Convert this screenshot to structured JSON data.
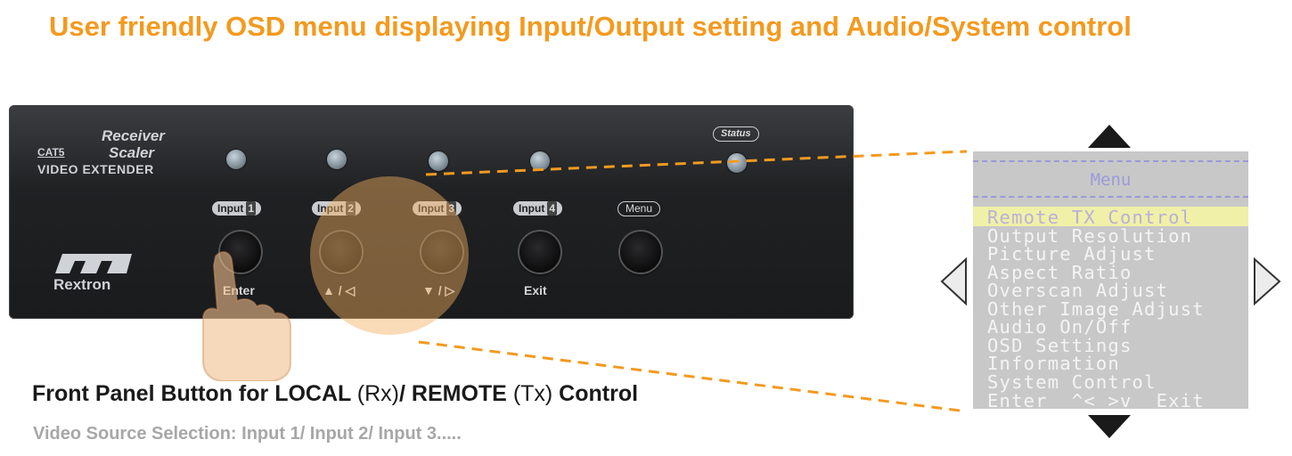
{
  "headline": "User friendly OSD menu displaying Input/Output setting and Audio/System control",
  "device": {
    "brand_receiver": "Receiver",
    "brand_cat5": "CAT5",
    "brand_scaler": "Scaler",
    "brand_video_extender": "VIDEO EXTENDER",
    "brand_rextron": "Rextron",
    "status_label": "Status",
    "inputs": [
      {
        "label": "Input",
        "num": "1"
      },
      {
        "label": "Input",
        "num": "2"
      },
      {
        "label": "Input",
        "num": "3"
      },
      {
        "label": "Input",
        "num": "4"
      }
    ],
    "menu_label": "Menu",
    "button_labels": [
      "Enter",
      "▲ / ◁",
      "▼ / ▷",
      "Exit"
    ]
  },
  "caption": {
    "bold1": "Front Panel Button for LOCAL ",
    "normal1": "(Rx)",
    "bold2": "/ REMOTE ",
    "normal2": "(Tx)",
    "bold3": " Control",
    "sub": "Video Source Selection: Input 1/ Input 2/ Input 3....."
  },
  "osd": {
    "title": "Menu",
    "items": [
      "Remote TX Control",
      "Output Resolution",
      "Picture Adjust",
      "Aspect Ratio",
      "Overscan Adjust",
      "Other Image Adjust",
      "Audio On/Off",
      "OSD Settings",
      "Information",
      "System Control"
    ],
    "selected_index": 0,
    "footer": "Enter  ^< >v  Exit"
  },
  "colors": {
    "headline": "#f39a1f",
    "osd_bg": "#c8c8c8",
    "osd_highlight": "#f0f0a8",
    "osd_accent": "#9a9ad8",
    "leader_line": "#f39a1f"
  }
}
